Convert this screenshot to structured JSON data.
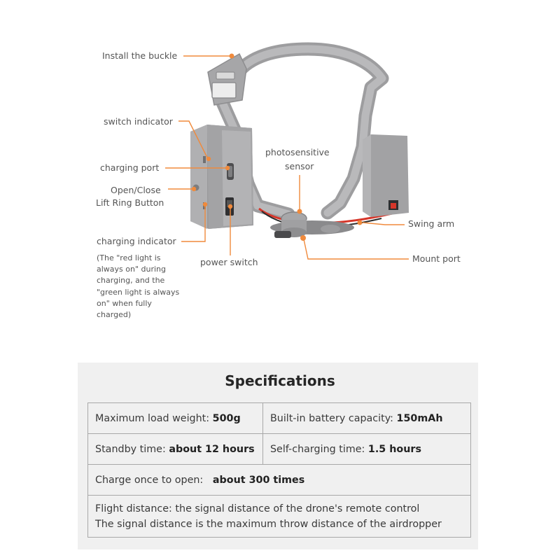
{
  "callouts": {
    "install_buckle": "Install the buckle",
    "switch_indicator": "switch indicator",
    "charging_port": "charging port",
    "lift_ring_line1": "Open/Close",
    "lift_ring_line2": "Lift Ring Button",
    "charging_indicator": "charging indicator",
    "photosensitive_line1": "photosensitive",
    "photosensitive_line2": "sensor",
    "power_switch": "power switch",
    "swing_arm": "Swing arm",
    "mount_port": "Mount port"
  },
  "charging_note": [
    "(The \"red light is",
    "always on\" during",
    "charging, and the",
    "\"green light is always",
    "on\" when fully",
    "charged)"
  ],
  "specifications": {
    "title": "Specifications",
    "max_load_label": "Maximum load weight: ",
    "max_load_value": "500g",
    "battery_label": "Built-in battery capacity: ",
    "battery_value": "150mAh",
    "standby_label": "Standby time: ",
    "standby_value": "about 12 hours",
    "self_charging_label": "Self-charging time: ",
    "self_charging_value": "1.5 hours",
    "charge_open_label": "Charge once to open:",
    "charge_open_value": "about 300 times",
    "flight_line1": "Flight distance:  the signal distance of the drone's remote control",
    "flight_line2": "The signal distance is the maximum throw distance of the airdropper"
  },
  "colors": {
    "callout_line": "#f08a3c",
    "device_gray": "#a9a9ab",
    "cable_red": "#d6362a",
    "spec_panel_bg": "#f0f0f0",
    "table_border": "#a8a8a8"
  }
}
